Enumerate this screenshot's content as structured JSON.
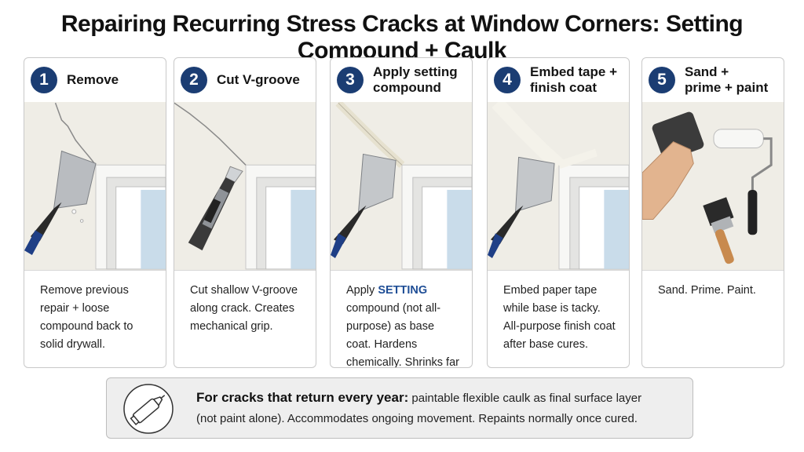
{
  "title": "Repairing Recurring Stress Cracks at Window Corners: Setting Compound + Caulk",
  "steps": [
    {
      "num": "1",
      "title": "Remove",
      "desc": "Remove previous repair + loose compound back to solid drywall."
    },
    {
      "num": "2",
      "title": "Cut V-groove",
      "desc": "Cut shallow V-groove along crack. Creates mechanical grip."
    },
    {
      "num": "3",
      "title": "Apply setting\ncompound",
      "desc_pre": "Apply ",
      "desc_hl": "SETTING",
      "desc_post": " compound (not all-purpose) as base coat. Hardens chemically. Shrinks far less."
    },
    {
      "num": "4",
      "title": "Embed tape +\nfinish coat",
      "desc": "Embed paper tape while base is tacky. All-purpose finish coat after base cures."
    },
    {
      "num": "5",
      "title": "Sand +\nprime + paint",
      "desc": "Sand. Prime. Paint."
    }
  ],
  "tip": {
    "lead": "For cracks that return every year:",
    "line1": " paintable flexible caulk as final surface layer",
    "line2": "(not paint alone). Accommodates ongoing movement. Repaints normally once cured.",
    "icon": "caulk-tube-icon"
  },
  "colors": {
    "badge": "#1b3d73",
    "highlight": "#1f4e96",
    "handle": "#2a4fa0",
    "wall": "#efede6"
  }
}
